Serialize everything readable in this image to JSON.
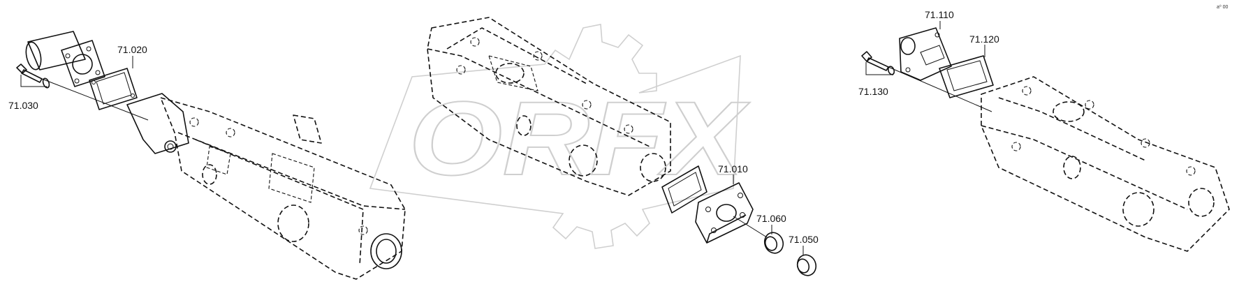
{
  "watermark": {
    "text": "ORFX"
  },
  "corner_mark": {
    "text": "a⁰ 00"
  },
  "callouts": [
    {
      "id": "71.020",
      "text": "71.020"
    },
    {
      "id": "71.030",
      "text": "71.030"
    },
    {
      "id": "71.010",
      "text": "71.010"
    },
    {
      "id": "71.060",
      "text": "71.060"
    },
    {
      "id": "71.050",
      "text": "71.050"
    },
    {
      "id": "71.110",
      "text": "71.110"
    },
    {
      "id": "71.120",
      "text": "71.120"
    },
    {
      "id": "71.130",
      "text": "71.130"
    }
  ],
  "colors": {
    "line": "#111111",
    "watermark": "#cfcfcf"
  }
}
